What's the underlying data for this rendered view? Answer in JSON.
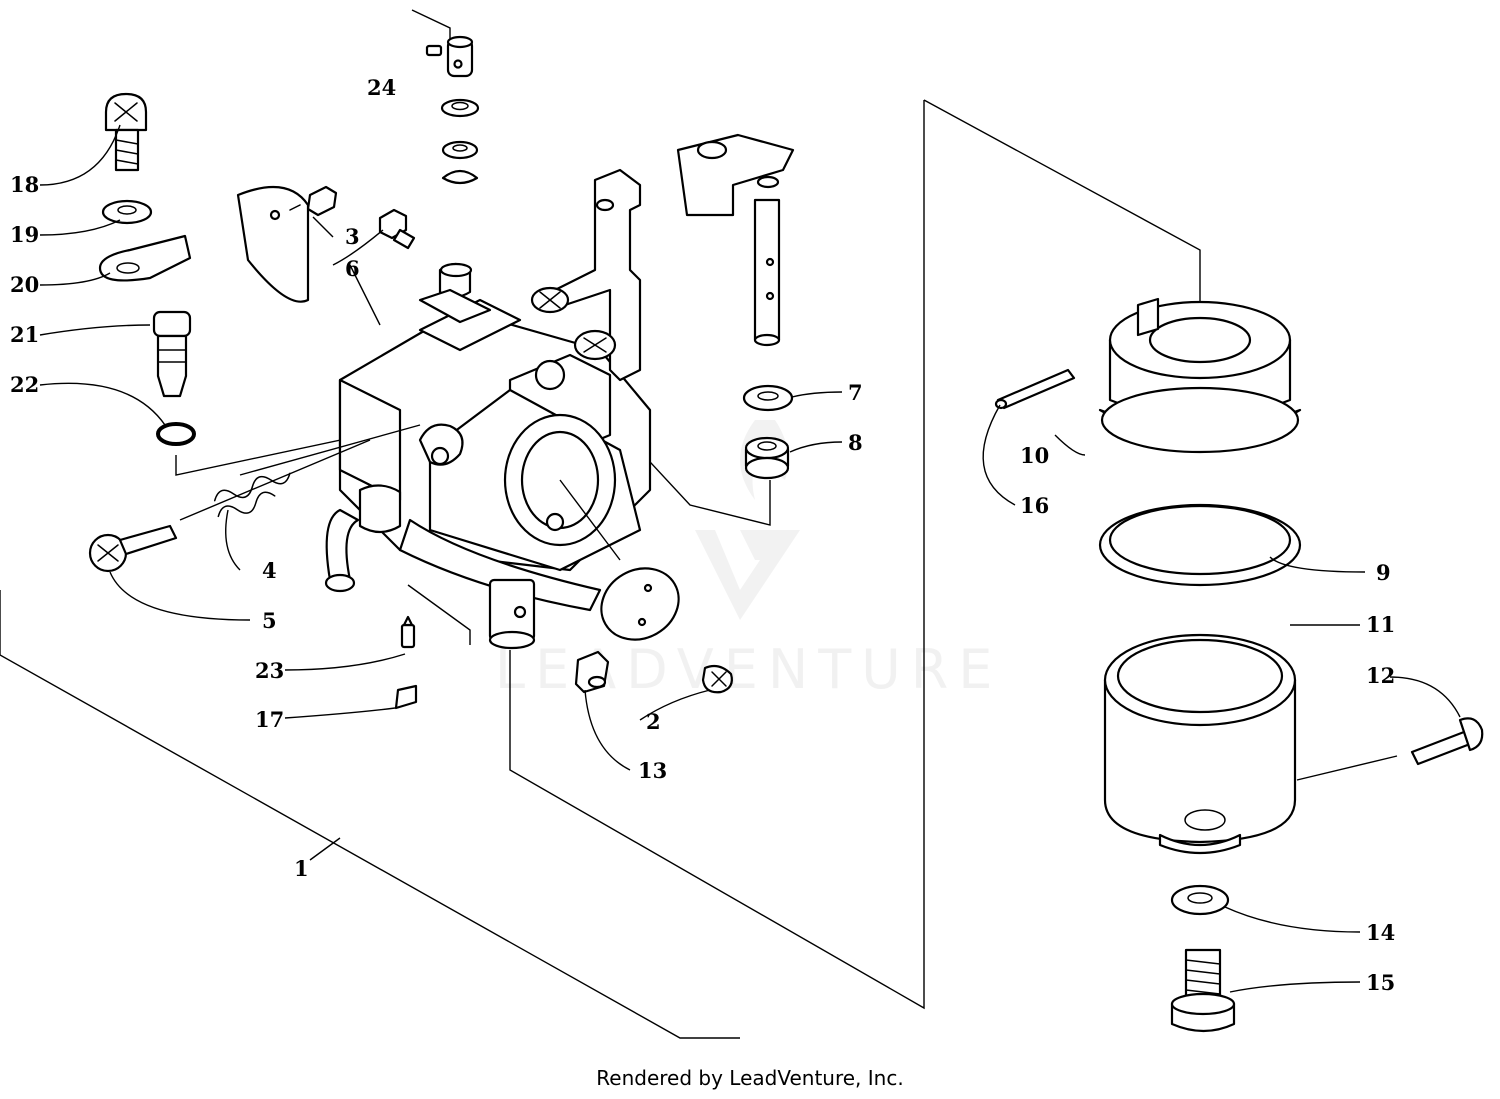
{
  "callouts": {
    "c1": "1",
    "c2": "2",
    "c3": "3",
    "c4": "4",
    "c5": "5",
    "c6": "6",
    "c7": "7",
    "c8": "8",
    "c9": "9",
    "c10": "10",
    "c11": "11",
    "c12": "12",
    "c13": "13",
    "c14": "14",
    "c15": "15",
    "c16": "16",
    "c17": "17",
    "c18": "18",
    "c19": "19",
    "c20": "20",
    "c21": "21",
    "c22": "22",
    "c23": "23",
    "c24": "24"
  },
  "watermark": {
    "text": "LEADVENTURE"
  },
  "footer": {
    "text": "Rendered by LeadVenture, Inc."
  }
}
